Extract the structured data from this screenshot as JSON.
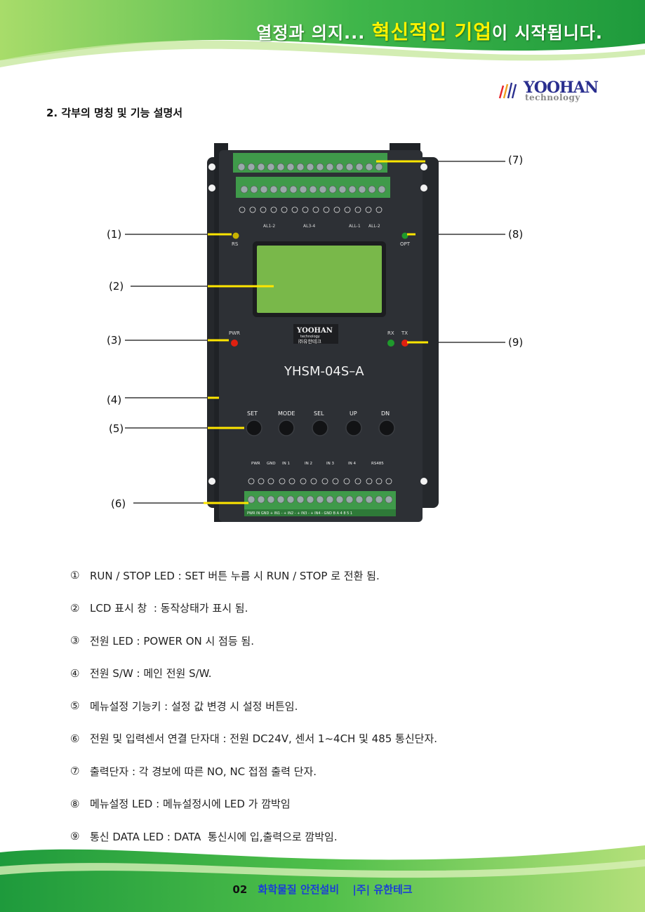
{
  "header": {
    "slogan_prefix": "열정과 의지...",
    "slogan_highlight": "혁신적인 기업",
    "slogan_suffix": "이 시작됩니다."
  },
  "logo": {
    "word": "YOOHAN",
    "sub": "technology"
  },
  "section": {
    "title": "2. 각부의 명칭 및 기능 설명서"
  },
  "device": {
    "model": "YHSM-04S–A",
    "brand_small": "YOOHAN",
    "brand_small_sub": "technology",
    "brand_kr": "㈜유한테크",
    "led_rs": "RS",
    "led_opt": "OPT",
    "led_pwr": "PWR",
    "led_rx": "RX",
    "led_tx": "TX",
    "buttons": [
      "SET",
      "MODE",
      "SEL",
      "UP",
      "DN"
    ],
    "bottom_labels": [
      "PWR",
      "GND",
      "IN 1",
      "IN 2",
      "IN 3",
      "IN 4",
      "RS485"
    ],
    "top_group_labels": [
      "AL1-2",
      "AL3-4",
      "ALL-1",
      "ALL-2"
    ],
    "bottom_strip_text": "PWR IN GND + IN1 - + IN2 - + IN3 - + IN4 - GND B A 4 8 5 1",
    "colors": {
      "body": "#2b2e33",
      "lcd": "#79b84a",
      "terminal": "#3f9a4a",
      "led_red": "#e02010",
      "led_green": "#1f9a2c",
      "led_yellow": "#c9b400",
      "leader": "#ffe600"
    }
  },
  "callouts": {
    "c1": "(1)",
    "c2": "(2)",
    "c3": "(3)",
    "c4": "(4)",
    "c5": "(5)",
    "c6": "(6)",
    "c7": "(7)",
    "c8": "(8)",
    "c9": "(9)"
  },
  "descriptions": [
    {
      "num": "①",
      "text": "RUN / STOP LED : SET 버튼 누름 시 RUN / STOP 로 전환 됨."
    },
    {
      "num": "②",
      "text": "LCD 표시 창  : 동작상태가 표시 됨."
    },
    {
      "num": "③",
      "text": "전원 LED : POWER ON 시 점등 됨."
    },
    {
      "num": "④",
      "text": "전원 S/W : 메인 전원 S/W."
    },
    {
      "num": "⑤",
      "text": "메뉴설정 기능키 : 설정 값 변경 시 설정 버튼임."
    },
    {
      "num": "⑥",
      "text": "전원 및 입력센서 연결 단자대 : 전원 DC24V, 센서 1~4CH 및 485 통신단자."
    },
    {
      "num": "⑦",
      "text": "출력단자 : 각 경보에 따른 NO, NC 접점 출력 단자."
    },
    {
      "num": "⑧",
      "text": "메뉴설정 LED : 메뉴설정시에 LED 가 깜박임"
    },
    {
      "num": "⑨",
      "text": "통신 DATA LED : DATA  통신시에 입,출력으로 깜박임."
    }
  ],
  "footer": {
    "page": "02",
    "dept": "화학물질 안전설비",
    "company": "|주| 유한테크"
  }
}
